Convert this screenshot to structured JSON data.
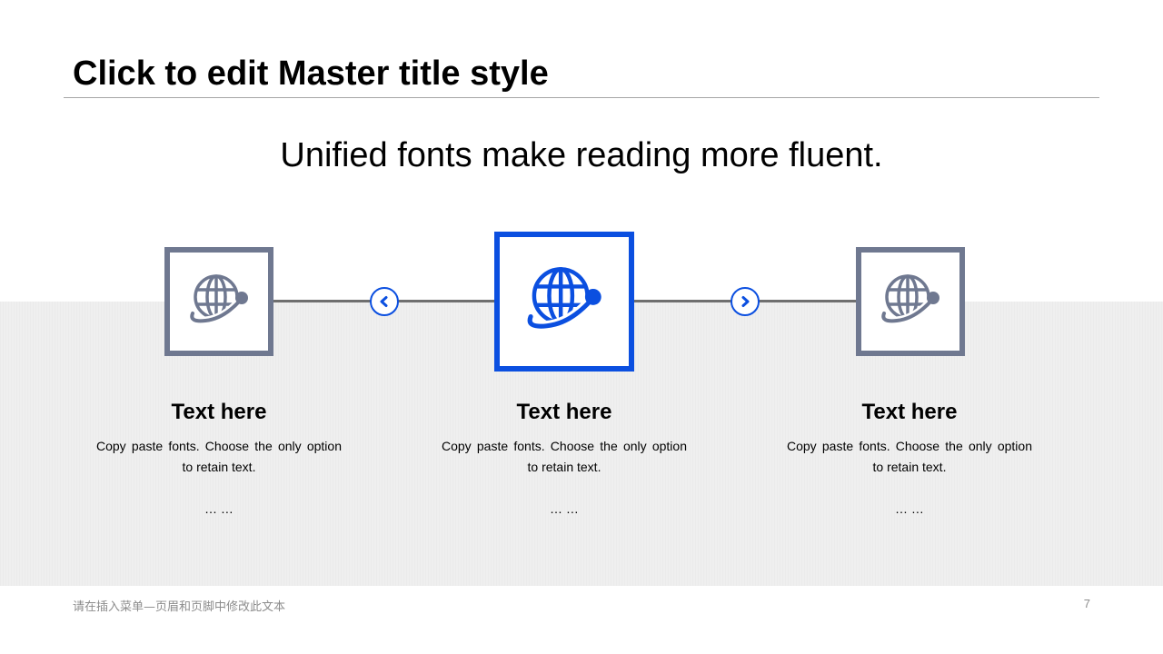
{
  "slide": {
    "title": "Click to edit Master title style",
    "subtitle": "Unified fonts make reading more fluent."
  },
  "steps": [
    {
      "icon": "globe-icon",
      "heading": "Text here",
      "body": "Copy paste fonts. Choose the only option to retain text.",
      "ellipsis": "… …"
    },
    {
      "icon": "globe-icon",
      "heading": "Text here",
      "body": "Copy paste fonts. Choose the only option to retain text.",
      "ellipsis": "… …"
    },
    {
      "icon": "globe-icon",
      "heading": "Text here",
      "body": "Copy paste fonts. Choose the only option to retain text.",
      "ellipsis": "… …"
    }
  ],
  "navigation": {
    "prev_icon": "chevron-left-icon",
    "next_icon": "chevron-right-icon"
  },
  "footer": {
    "text": "请在插入菜单—页眉和页脚中修改此文本",
    "page_number": "7"
  },
  "colors": {
    "accent": "#0b4fe0",
    "muted_icon": "#6f7890",
    "band": "#efefef"
  }
}
